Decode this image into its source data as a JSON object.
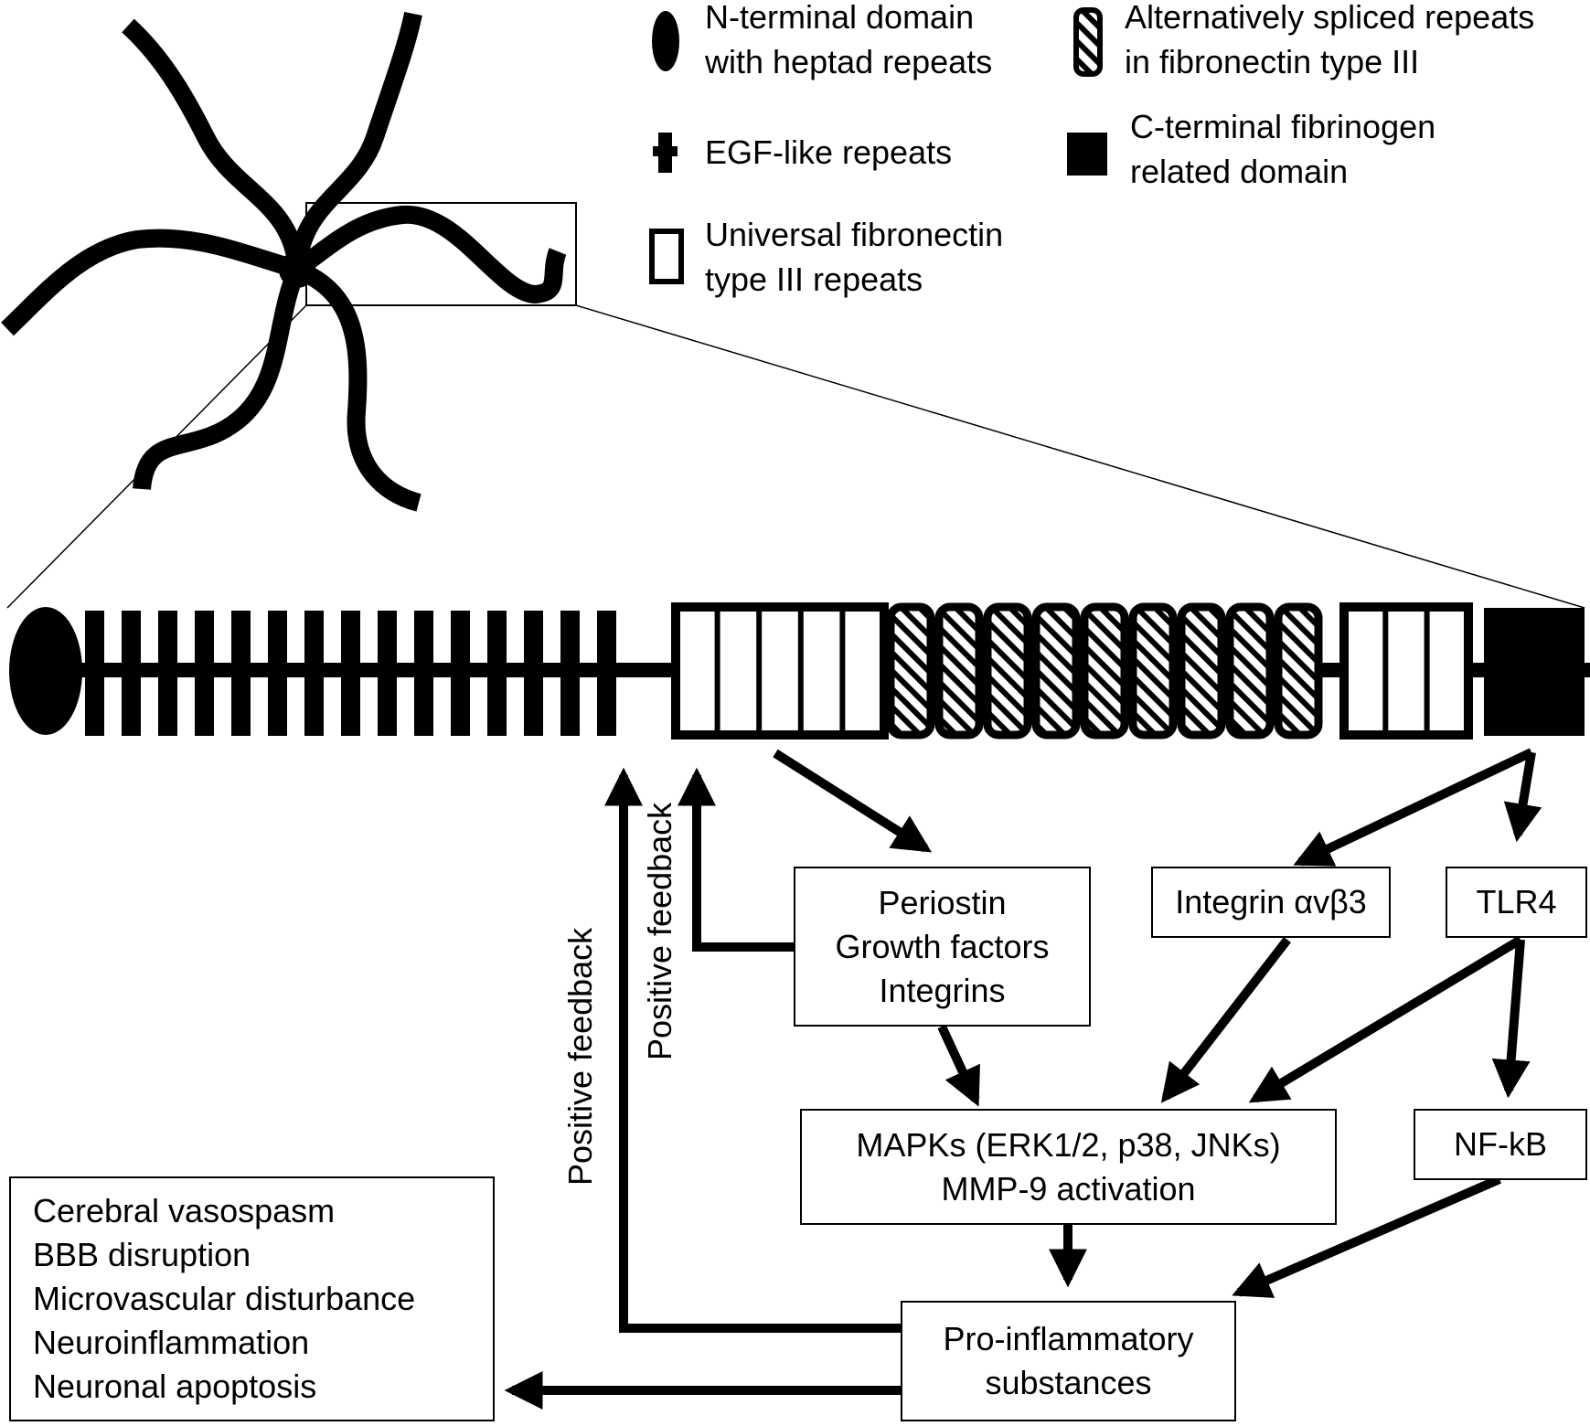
{
  "legend": {
    "n_terminal": [
      "N-terminal domain",
      "with heptad repeats"
    ],
    "egf": [
      "EGF-like repeats"
    ],
    "universal_fn3": [
      "Universal fibronectin",
      "type III repeats"
    ],
    "alt_spliced": [
      "Alternatively spliced repeats",
      "in fibronectin type III"
    ],
    "c_terminal": [
      "C-terminal fibrinogen",
      "related domain"
    ]
  },
  "boxes": {
    "periostin": [
      "Periostin",
      "Growth factors",
      "Integrins"
    ],
    "integrin": [
      "Integrin αvβ3"
    ],
    "tlr4": [
      "TLR4"
    ],
    "mapks": [
      "MAPKs (ERK1/2, p38, JNKs)",
      "MMP-9 activation"
    ],
    "nfkb": [
      "NF-kB"
    ],
    "proinflam": [
      "Pro-inflammatory",
      "substances"
    ],
    "outcomes": [
      "Cerebral vasospasm",
      "BBB disruption",
      "Microvascular disturbance",
      "Neuroinflammation",
      "Neuronal apoptosis"
    ]
  },
  "feedback": {
    "outer": "Positive feedback",
    "inner": "Positive feedback"
  },
  "colors": {
    "ink": "#000000",
    "background": "#ffffff"
  }
}
